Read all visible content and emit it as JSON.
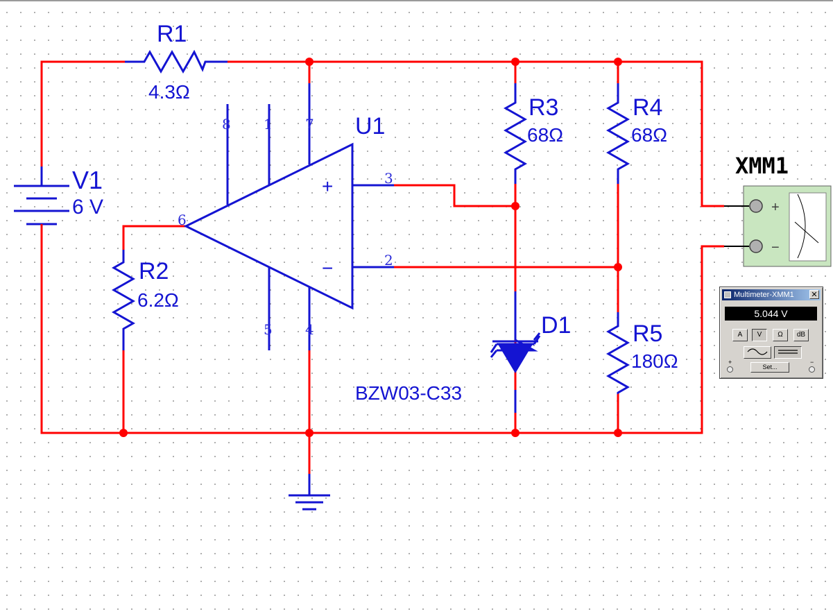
{
  "schematic": {
    "components": {
      "R1": {
        "ref": "R1",
        "value": "4.3Ω"
      },
      "R2": {
        "ref": "R2",
        "value": "6.2Ω"
      },
      "R3": {
        "ref": "R3",
        "value": "68Ω"
      },
      "R4": {
        "ref": "R4",
        "value": "68Ω"
      },
      "R5": {
        "ref": "R5",
        "value": "180Ω"
      },
      "V1": {
        "ref": "V1",
        "value": "6 V"
      },
      "U1": {
        "ref": "U1",
        "plus": "+",
        "minus": "−",
        "pins": {
          "p8": "8",
          "p1": "1",
          "p7": "7",
          "p6": "6",
          "p3": "3",
          "p2": "2",
          "p5": "5",
          "p4": "4"
        }
      },
      "D1": {
        "ref": "D1",
        "model": "BZW03-C33"
      },
      "XMM1": {
        "ref": "XMM1",
        "plus": "+",
        "minus": "−"
      }
    },
    "colors": {
      "wire": "#ff0000",
      "component": "#1414d2",
      "junction": "#ff0000"
    }
  },
  "multimeter_panel": {
    "title": "Multimeter-XMM1",
    "close": "✕",
    "reading": "5.044 V",
    "buttons": {
      "amps": "A",
      "volts": "V",
      "ohms": "Ω",
      "db": "dB"
    },
    "selected_mode": "V",
    "set_label": "Set...",
    "plus": "+",
    "minus": "−"
  }
}
